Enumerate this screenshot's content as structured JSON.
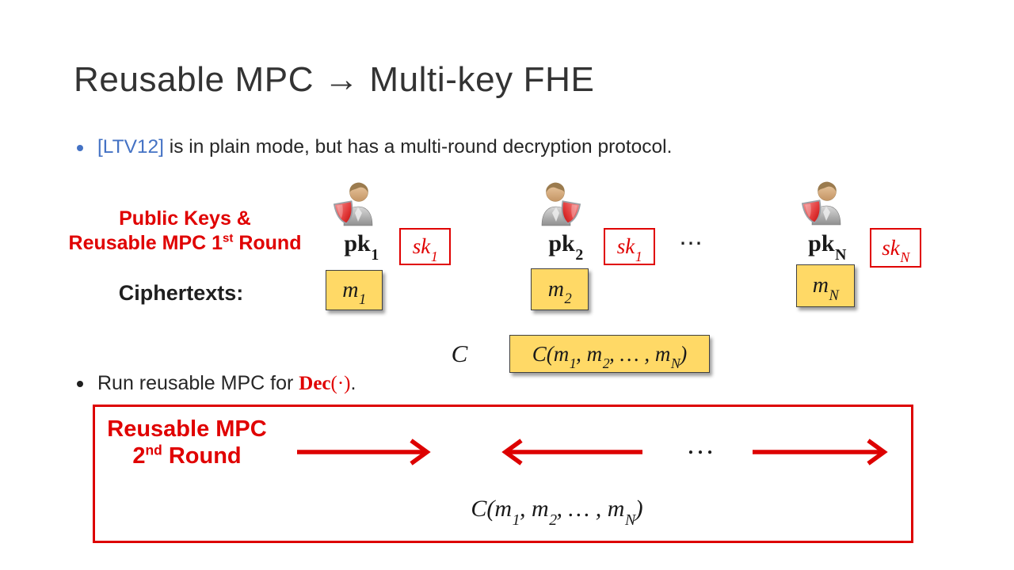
{
  "title": "Reusable MPC → Multi-key FHE",
  "bullet1": {
    "ref": "[LTV12]",
    "rest": " is in plain mode, but has a multi-round decryption protocol."
  },
  "bullet2": {
    "pre": "Run reusable MPC for ",
    "dec_name": "Dec",
    "dec_args": "(·)",
    "post": "."
  },
  "round1_label": {
    "line1": "Public Keys &",
    "line2_pre": "Reusable MPC 1",
    "sup": "st",
    "line2_post": " Round"
  },
  "ciphertexts_label": "Ciphertexts:",
  "parties": [
    {
      "pk_base": "pk",
      "pk_sub": "1",
      "sk_base": "sk",
      "sk_sub": "1",
      "m_base": "m",
      "m_sub": "1"
    },
    {
      "pk_base": "pk",
      "pk_sub": "2",
      "sk_base": "sk",
      "sk_sub": "1",
      "m_base": "m",
      "m_sub": "2"
    },
    {
      "pk_base": "pk",
      "pk_sub": "N",
      "sk_base": "sk",
      "sk_sub": "N",
      "m_base": "m",
      "m_sub": "N"
    }
  ],
  "ellipsis_top": "⋯",
  "c_label": "C",
  "joint_ciphertext": {
    "p1": "C(m",
    "s1": "1",
    "p2": ", m",
    "s2": "2",
    "p3": ", … , m",
    "s3": "N",
    "p4": ")"
  },
  "round2_box": {
    "line1": "Reusable MPC",
    "line2_pre": "2",
    "sup": "nd",
    "line2_post": " Round",
    "ellipsis": "…"
  },
  "colors": {
    "red": "#e00000",
    "blue": "#4472C4",
    "gold": "#ffd966"
  }
}
